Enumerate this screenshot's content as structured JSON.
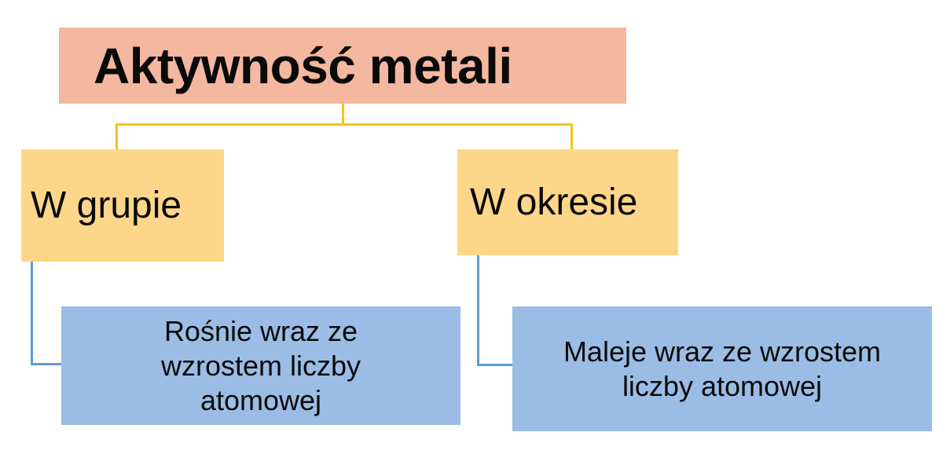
{
  "diagram": {
    "title": "Aktywność metali",
    "branches": [
      {
        "label": "W grupie",
        "description": "Rośnie wraz ze wzrostem liczby atomowej",
        "description_lines": [
          "Rośnie wraz ze",
          "wzrostem liczby",
          "atomowej"
        ]
      },
      {
        "label": "W okresie",
        "description": "Maleje wraz ze wzrostem liczby atomowej",
        "description_lines": [
          "Maleje wraz ze wzrostem",
          "liczby atomowej"
        ]
      }
    ]
  },
  "colors": {
    "title_fill": "#F4B7A0",
    "category_fill": "#FDD68A",
    "description_fill": "#9BBDE5",
    "connector_yellow": "#F5C518",
    "connector_blue": "#5B9BD5"
  }
}
